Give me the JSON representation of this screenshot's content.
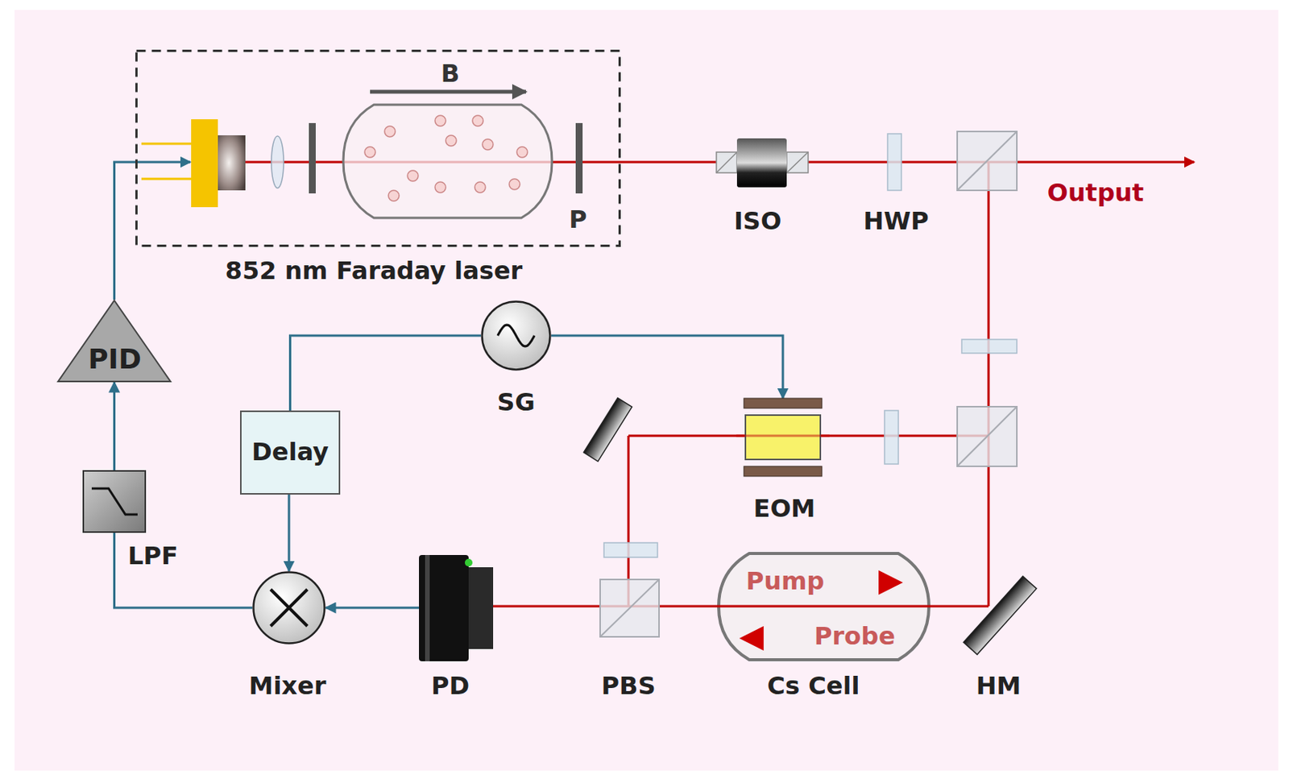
{
  "diagram": {
    "nodes": [
      {
        "text": [
          "852 nm Faraday laser"
        ]
      },
      {
        "text": [
          "PID"
        ]
      },
      {
        "text": [
          "LPF"
        ]
      },
      {
        "text": [
          "Mixer"
        ]
      },
      {
        "text": [
          "Delay"
        ]
      },
      {
        "text": [
          "SG"
        ]
      },
      {
        "text": [
          "EOM"
        ]
      },
      {
        "text": [
          "PD"
        ]
      },
      {
        "text": [
          "Pump",
          "Probe",
          "Cs Cell"
        ]
      }
    ],
    "edges": [
      {
        "from": 5,
        "to": 6,
        "arrow": "to"
      },
      {
        "from": 5,
        "to": 4,
        "arrow": "none"
      },
      {
        "from": 4,
        "to": 3,
        "arrow": "to"
      },
      {
        "from": 7,
        "to": 3,
        "arrow": "to"
      },
      {
        "from": 3,
        "to": 2,
        "arrow": "none"
      },
      {
        "from": 2,
        "to": 1,
        "arrow": "to"
      },
      {
        "from": 1,
        "to": 0,
        "arrow": "to"
      }
    ],
    "labels": [
      "B",
      "P",
      "ISO",
      "HWP",
      "Output",
      "PBS",
      "HM"
    ]
  }
}
